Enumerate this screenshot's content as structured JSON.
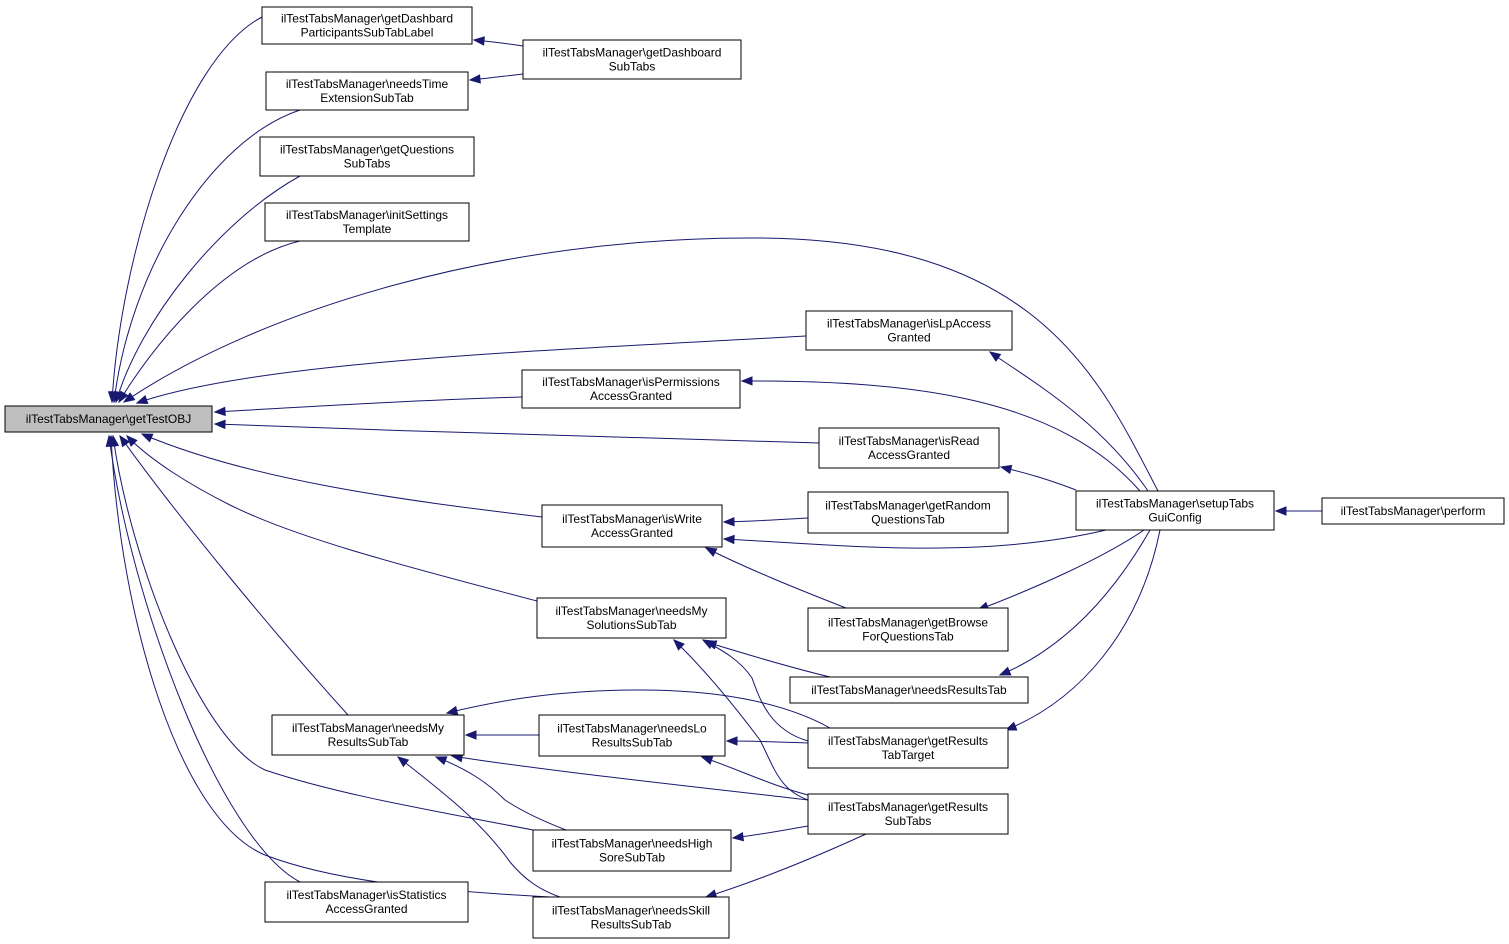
{
  "diagram": {
    "kind": "doxygen caller graph",
    "colors": {
      "edge": "#191970",
      "root_fill": "#bfbfbf",
      "node_fill": "#ffffff",
      "node_stroke": "#000000"
    },
    "nodes": [
      {
        "id": "getTestOBJ",
        "lines": [
          "ilTestTabsManager\\getTestOBJ"
        ],
        "root": true
      },
      {
        "id": "getDashbardParticipantsSubTabLabel",
        "lines": [
          "ilTestTabsManager\\getDashbard",
          "ParticipantsSubTabLabel"
        ]
      },
      {
        "id": "needsTimeExtensionSubTab",
        "lines": [
          "ilTestTabsManager\\needsTime",
          "ExtensionSubTab"
        ]
      },
      {
        "id": "getQuestionsSubTabs",
        "lines": [
          "ilTestTabsManager\\getQuestions",
          "SubTabs"
        ]
      },
      {
        "id": "initSettingsTemplate",
        "lines": [
          "ilTestTabsManager\\initSettings",
          "Template"
        ]
      },
      {
        "id": "getDashboardSubTabs",
        "lines": [
          "ilTestTabsManager\\getDashboard",
          "SubTabs"
        ]
      },
      {
        "id": "isLpAccessGranted",
        "lines": [
          "ilTestTabsManager\\isLpAccess",
          "Granted"
        ]
      },
      {
        "id": "isPermissionsAccessGranted",
        "lines": [
          "ilTestTabsManager\\isPermissions",
          "AccessGranted"
        ]
      },
      {
        "id": "isReadAccessGranted",
        "lines": [
          "ilTestTabsManager\\isRead",
          "AccessGranted"
        ]
      },
      {
        "id": "isWriteAccessGranted",
        "lines": [
          "ilTestTabsManager\\isWrite",
          "AccessGranted"
        ]
      },
      {
        "id": "getRandomQuestionsTab",
        "lines": [
          "ilTestTabsManager\\getRandom",
          "QuestionsTab"
        ]
      },
      {
        "id": "setupTabsGuiConfig",
        "lines": [
          "ilTestTabsManager\\setupTabs",
          "GuiConfig"
        ]
      },
      {
        "id": "perform",
        "lines": [
          "ilTestTabsManager\\perform"
        ]
      },
      {
        "id": "needsMySolutionsSubTab",
        "lines": [
          "ilTestTabsManager\\needsMy",
          "SolutionsSubTab"
        ]
      },
      {
        "id": "getBrowseForQuestionsTab",
        "lines": [
          "ilTestTabsManager\\getBrowse",
          "ForQuestionsTab"
        ]
      },
      {
        "id": "needsResultsTab",
        "lines": [
          "ilTestTabsManager\\needsResultsTab"
        ]
      },
      {
        "id": "needsMyResultsSubTab",
        "lines": [
          "ilTestTabsManager\\needsMy",
          "ResultsSubTab"
        ]
      },
      {
        "id": "needsLoResultsSubTab",
        "lines": [
          "ilTestTabsManager\\needsLo",
          "ResultsSubTab"
        ]
      },
      {
        "id": "getResultsTabTarget",
        "lines": [
          "ilTestTabsManager\\getResults",
          "TabTarget"
        ]
      },
      {
        "id": "getResultsSubTabs",
        "lines": [
          "ilTestTabsManager\\getResults",
          "SubTabs"
        ]
      },
      {
        "id": "needsHighSoreSubTab",
        "lines": [
          "ilTestTabsManager\\needsHigh",
          "SoreSubTab"
        ]
      },
      {
        "id": "isStatisticsAccessGranted",
        "lines": [
          "ilTestTabsManager\\isStatistics",
          "AccessGranted"
        ]
      },
      {
        "id": "needsSkillResultsSubTab",
        "lines": [
          "ilTestTabsManager\\needsSkill",
          "ResultsSubTab"
        ]
      }
    ],
    "edges": [
      {
        "from": "getDashbardParticipantsSubTabLabel",
        "to": "getTestOBJ"
      },
      {
        "from": "needsTimeExtensionSubTab",
        "to": "getTestOBJ"
      },
      {
        "from": "getQuestionsSubTabs",
        "to": "getTestOBJ"
      },
      {
        "from": "initSettingsTemplate",
        "to": "getTestOBJ"
      },
      {
        "from": "setupTabsGuiConfig",
        "to": "getTestOBJ"
      },
      {
        "from": "isLpAccessGranted",
        "to": "getTestOBJ"
      },
      {
        "from": "isPermissionsAccessGranted",
        "to": "getTestOBJ"
      },
      {
        "from": "isReadAccessGranted",
        "to": "getTestOBJ"
      },
      {
        "from": "isWriteAccessGranted",
        "to": "getTestOBJ"
      },
      {
        "from": "needsMySolutionsSubTab",
        "to": "getTestOBJ"
      },
      {
        "from": "needsMyResultsSubTab",
        "to": "getTestOBJ"
      },
      {
        "from": "needsHighSoreSubTab",
        "to": "getTestOBJ"
      },
      {
        "from": "needsSkillResultsSubTab",
        "to": "getTestOBJ"
      },
      {
        "from": "isStatisticsAccessGranted",
        "to": "getTestOBJ"
      },
      {
        "from": "getDashboardSubTabs",
        "to": "getDashbardParticipantsSubTabLabel"
      },
      {
        "from": "getDashboardSubTabs",
        "to": "needsTimeExtensionSubTab"
      },
      {
        "from": "setupTabsGuiConfig",
        "to": "isLpAccessGranted"
      },
      {
        "from": "setupTabsGuiConfig",
        "to": "isPermissionsAccessGranted"
      },
      {
        "from": "setupTabsGuiConfig",
        "to": "isReadAccessGranted"
      },
      {
        "from": "getRandomQuestionsTab",
        "to": "isWriteAccessGranted"
      },
      {
        "from": "setupTabsGuiConfig",
        "to": "isWriteAccessGranted"
      },
      {
        "from": "getBrowseForQuestionsTab",
        "to": "isWriteAccessGranted"
      },
      {
        "from": "perform",
        "to": "setupTabsGuiConfig"
      },
      {
        "from": "setupTabsGuiConfig",
        "to": "getBrowseForQuestionsTab"
      },
      {
        "from": "setupTabsGuiConfig",
        "to": "needsResultsTab"
      },
      {
        "from": "setupTabsGuiConfig",
        "to": "getResultsTabTarget"
      },
      {
        "from": "needsResultsTab",
        "to": "needsMySolutionsSubTab"
      },
      {
        "from": "getResultsTabTarget",
        "to": "needsMySolutionsSubTab"
      },
      {
        "from": "getResultsSubTabs",
        "to": "needsMySolutionsSubTab"
      },
      {
        "from": "getResultsTabTarget",
        "to": "needsMyResultsSubTab"
      },
      {
        "from": "needsLoResultsSubTab",
        "to": "needsMyResultsSubTab"
      },
      {
        "from": "getResultsSubTabs",
        "to": "needsMyResultsSubTab"
      },
      {
        "from": "needsHighSoreSubTab",
        "to": "needsMyResultsSubTab"
      },
      {
        "from": "needsSkillResultsSubTab",
        "to": "needsMyResultsSubTab"
      },
      {
        "from": "getResultsTabTarget",
        "to": "needsLoResultsSubTab"
      },
      {
        "from": "getResultsSubTabs",
        "to": "needsLoResultsSubTab"
      },
      {
        "from": "getResultsSubTabs",
        "to": "needsHighSoreSubTab"
      },
      {
        "from": "getResultsSubTabs",
        "to": "needsSkillResultsSubTab"
      }
    ]
  }
}
